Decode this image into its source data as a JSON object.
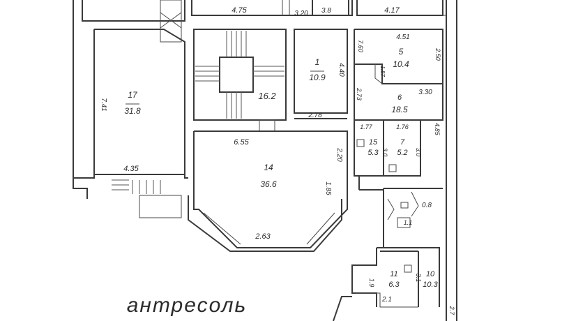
{
  "plan": {
    "caption": "антресоль",
    "rooms": [
      {
        "id": "17",
        "number": "17",
        "area": "31.8"
      },
      {
        "id": "14",
        "number": "14",
        "area": "36.6"
      },
      {
        "id": "1",
        "number": "1",
        "area": "10.9"
      },
      {
        "id": "16",
        "number": "",
        "area": "16.2"
      },
      {
        "id": "5",
        "number": "5",
        "area": "10.4"
      },
      {
        "id": "6",
        "number": "6",
        "area": "18.5"
      },
      {
        "id": "15",
        "number": "15",
        "area": "5.3"
      },
      {
        "id": "7",
        "number": "7",
        "area": "5.2"
      },
      {
        "id": "11",
        "number": "11",
        "area": "6.3"
      },
      {
        "id": "10",
        "number": "10",
        "area": "10.3"
      },
      {
        "id": "3",
        "number": "",
        "area": "3.8"
      }
    ],
    "dimensions": {
      "d_4_75": "4.75",
      "d_3_20": "3.20",
      "d_4_17": "4.17",
      "d_4_51": "4.51",
      "d_7_60": "7.60",
      "d_2_50": "2.50",
      "d_4_40": "4.40",
      "d_7_41": "7.41",
      "d_2_78": "2.78",
      "d_3_30": "3.30",
      "d_2_73": "2.73",
      "d_1_87": "1.87",
      "d_1_77": "1.77",
      "d_1_76": "1.76",
      "d_4_85": "4.85",
      "d_6_55": "6.55",
      "d_2_20": "2.20",
      "d_4_35": "4.35",
      "d_3_0a": "3.0",
      "d_3_0b": "3.0",
      "d_1_85": "1.85",
      "d_2_63": "2.63",
      "d_0_8": "0.8",
      "d_1_1": "1.1",
      "d_1_9": "1.9",
      "d_3_1": "3.1",
      "d_2_1": "2.1",
      "d_2_7": "2.7"
    }
  }
}
